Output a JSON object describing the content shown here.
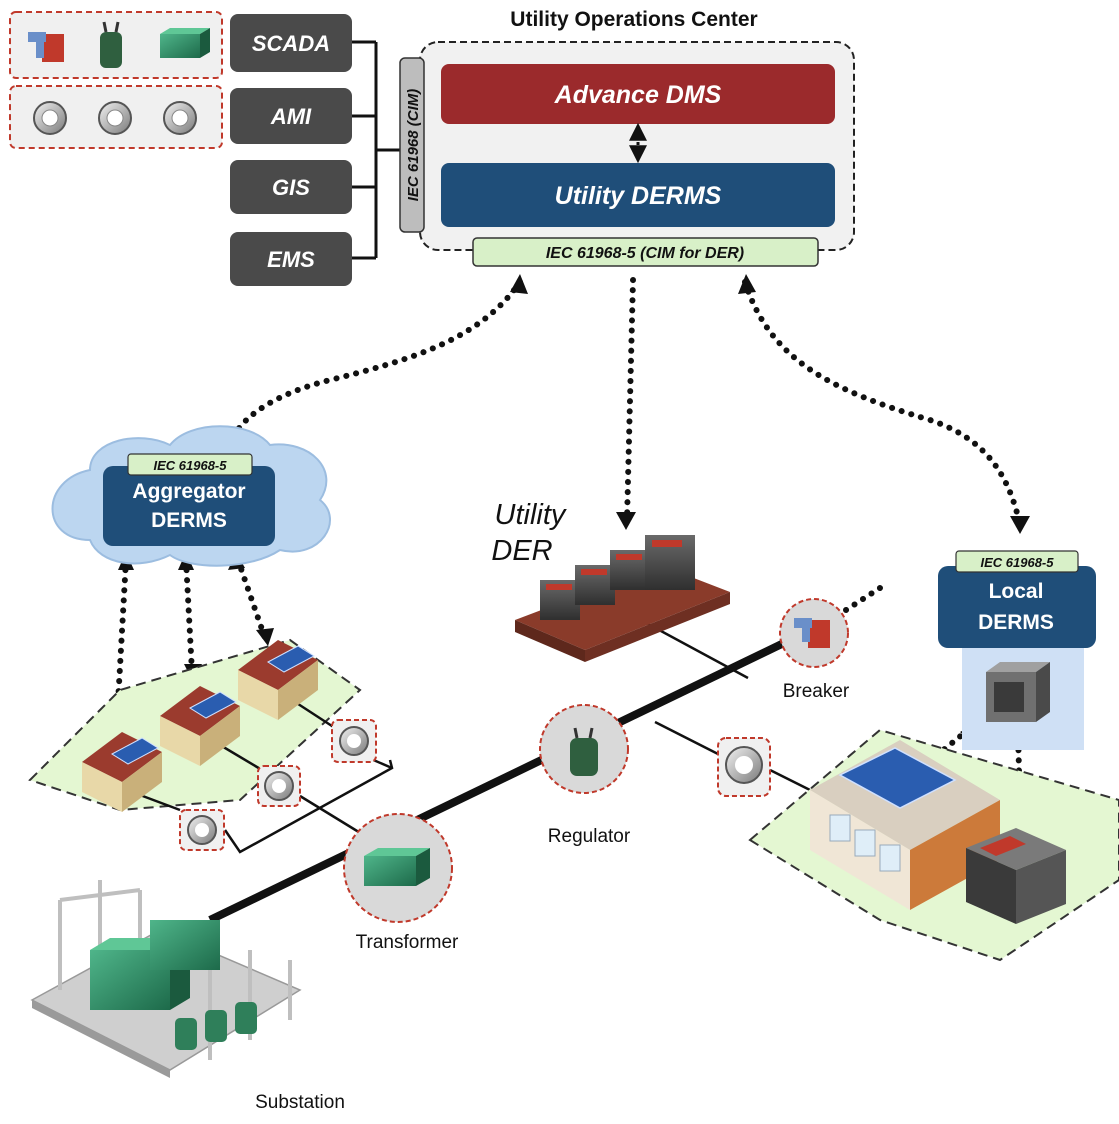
{
  "uoc": {
    "title": "Utility Operations Center",
    "advance_dms": "Advance DMS",
    "utility_derms": "Utility DERMS",
    "cim_vertical": "IEC 61968 (CIM)",
    "cim_der": "IEC 61968-5 (CIM for DER)"
  },
  "systems": [
    "SCADA",
    "AMI",
    "GIS",
    "EMS"
  ],
  "aggregator": {
    "iec": "IEC 61968-5",
    "line1": "Aggregator",
    "line2": "DERMS"
  },
  "local": {
    "iec": "IEC 61968-5",
    "line1": "Local",
    "line2": "DERMS"
  },
  "utility_der": {
    "line1": "Utility",
    "line2": "DER"
  },
  "labels": {
    "breaker": "Breaker",
    "regulator": "Regulator",
    "transformer": "Transformer",
    "substation": "Substation"
  },
  "colors": {
    "dms_red": "#9b2a2c",
    "derms_blue": "#1f4e79",
    "system_gray": "#4a4a4a",
    "cim_green": "#d8f0c8",
    "equipment_green": "#2f8f6a",
    "area_green": "#e4f7d2",
    "alert_red": "#c0392b"
  }
}
